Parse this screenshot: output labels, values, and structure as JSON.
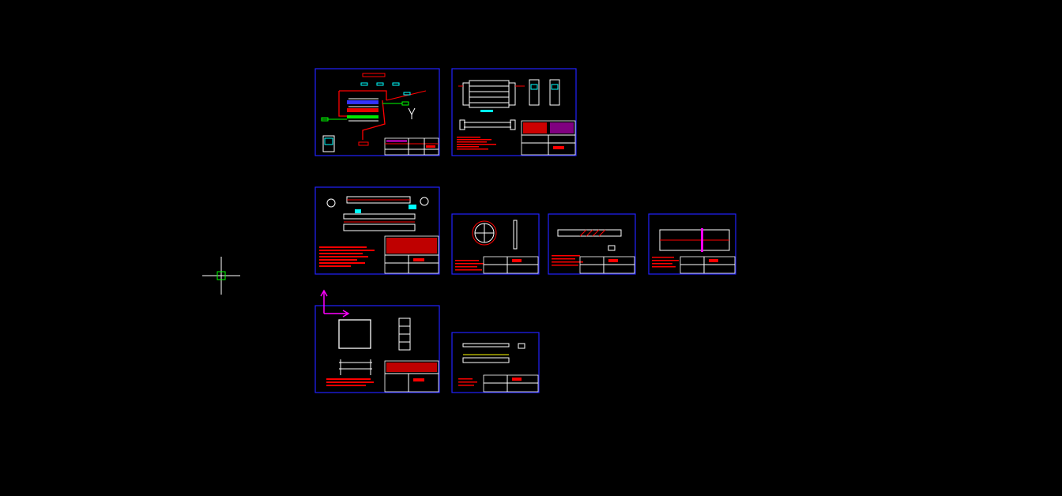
{
  "app": {
    "workspace": "model-space",
    "background_color": "#000000"
  },
  "colors": {
    "frame": "#2222ff",
    "red": "#ff0000",
    "cyan": "#00ffff",
    "white": "#ffffff",
    "green": "#00ff00",
    "blue": "#3333ff",
    "magenta": "#ff00ff",
    "yellow": "#ffff00"
  },
  "drawing_sheets": [
    {
      "id": "process-flow-diagram",
      "kind": "flow"
    },
    {
      "id": "heat-exchanger-assembly",
      "kind": "assembly"
    },
    {
      "id": "tube-bundle-assembly",
      "kind": "bundle"
    },
    {
      "id": "tube-sheet-detail",
      "kind": "tubesheet"
    },
    {
      "id": "shaft-detail",
      "kind": "shaft"
    },
    {
      "id": "shell-detail",
      "kind": "shell"
    },
    {
      "id": "support-frame",
      "kind": "frame"
    },
    {
      "id": "baffle-detail",
      "kind": "baffle"
    }
  ],
  "cursor": {
    "type": "crosshair",
    "color": "#ffffff",
    "pickbox_color": "#00ff00"
  },
  "ucs_icon": {
    "x_axis_color": "#ff00ff",
    "y_axis_color": "#ff00ff"
  }
}
